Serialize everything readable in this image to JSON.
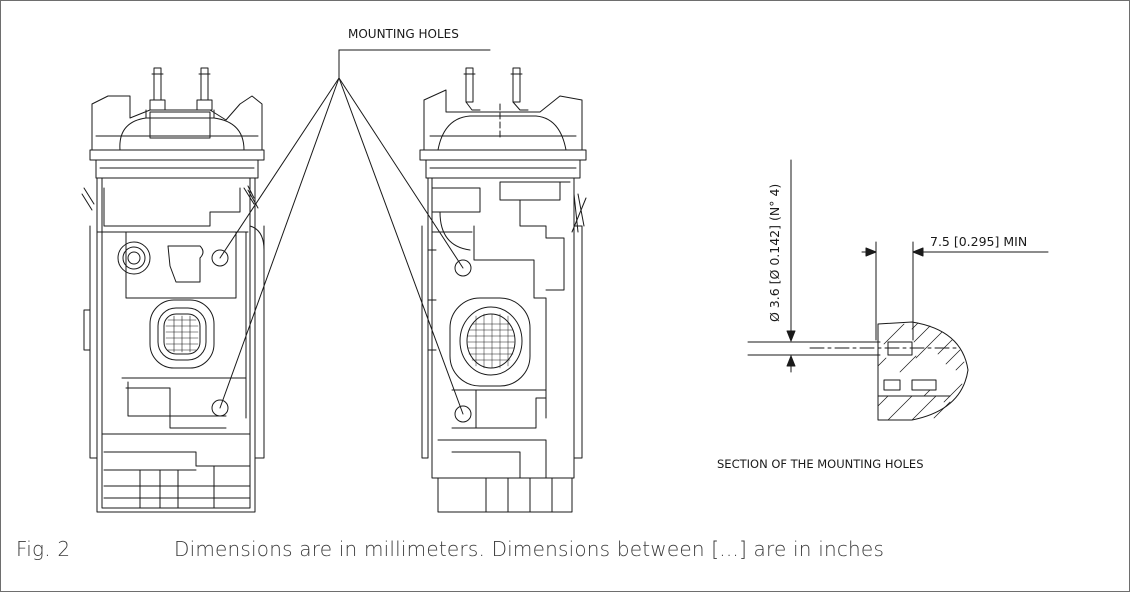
{
  "labels": {
    "mounting_holes": "MOUNTING HOLES",
    "hole_diameter": "Ø 3.6 [Ø 0.142] (N° 4)",
    "min_depth": "7.5 [0.295] MIN",
    "section_title": "SECTION OF THE MOUNTING HOLES"
  },
  "caption": {
    "figure": "Fig. 2",
    "text": "Dimensions are in millimeters. Dimensions between [...] are in inches"
  },
  "colors": {
    "line": "#1a1a1a",
    "frame": "#6e6e6e",
    "caption": "#3a3a3a"
  }
}
